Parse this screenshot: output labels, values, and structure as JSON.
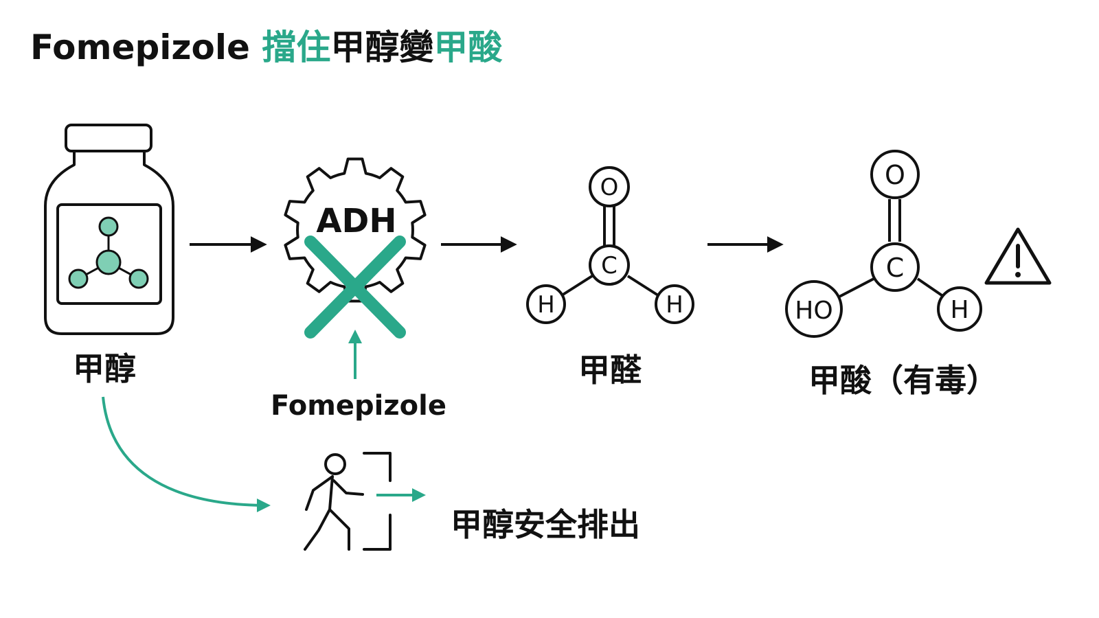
{
  "title": {
    "part1": "Fomepizole ",
    "part2": "擋住",
    "part3": "甲醇變",
    "part4": "甲酸"
  },
  "labels": {
    "methanol": "甲醇",
    "enzyme": "ADH",
    "inhibitor": "Fomepizole",
    "formaldehyde": "甲醛",
    "formic_acid": "甲酸（有毒）",
    "safe_exit": "甲醇安全排出"
  },
  "atoms": {
    "formaldehyde": {
      "o": "O",
      "c": "C",
      "h_left": "H",
      "h_right": "H"
    },
    "formic_acid": {
      "o": "O",
      "c": "C",
      "ho": "HO",
      "h": "H"
    }
  },
  "colors": {
    "accent": "#2aa88a",
    "molecule_fill": "#7fcfb4",
    "ink": "#111111"
  },
  "icons": [
    "bottle-icon",
    "gear-icon",
    "cross-icon",
    "warning-icon",
    "walking-person-icon",
    "door-icon"
  ]
}
